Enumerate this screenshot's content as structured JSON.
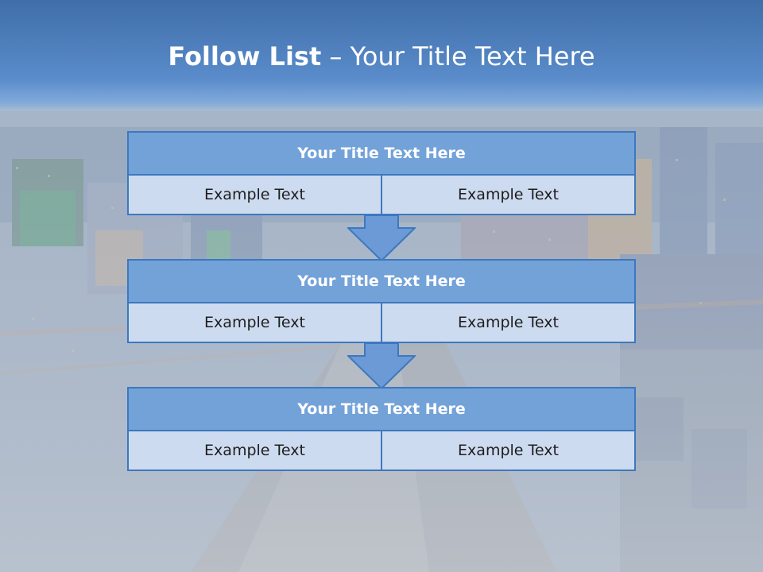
{
  "slide": {
    "title_bold": "Follow List",
    "title_rest": "– Your Title Text Here"
  },
  "steps": [
    {
      "title": "Your Title Text Here",
      "left": "Example Text",
      "right": "Example Text"
    },
    {
      "title": "Your Title Text Here",
      "left": "Example Text",
      "right": "Example Text"
    },
    {
      "title": "Your Title Text Here",
      "left": "Example Text",
      "right": "Example Text"
    }
  ],
  "colors": {
    "header_fill": "#73a2d9",
    "cell_fill": "#cddbf0",
    "border": "#3d78bf",
    "arrow_fill": "#6b9ad6"
  }
}
